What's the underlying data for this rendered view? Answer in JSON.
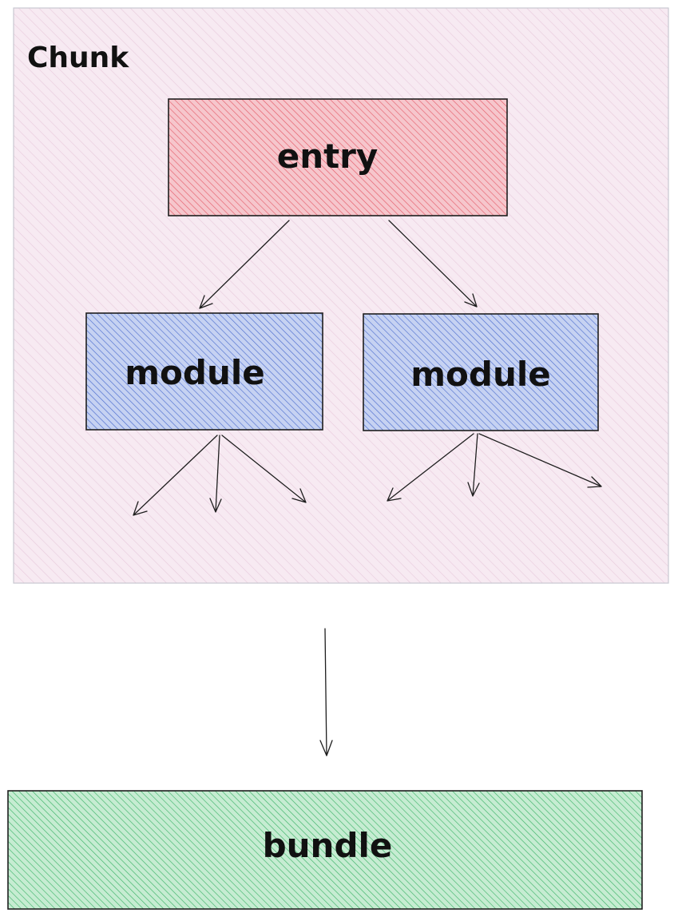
{
  "chunk": {
    "label": "Chunk"
  },
  "nodes": {
    "entry": {
      "label": "entry"
    },
    "module_left": {
      "label": "module"
    },
    "module_right": {
      "label": "module"
    },
    "bundle": {
      "label": "bundle"
    }
  },
  "colors": {
    "chunk_fill": "#f7eaf2",
    "chunk_hatch": "#e8c9dc",
    "chunk_border": "#c9c9d1",
    "entry_fill": "#f6c6cc",
    "entry_hatch": "#e55d6b",
    "module_fill": "#c6d2f2",
    "module_hatch": "#4f6fcf",
    "bundle_fill": "#c6ecd2",
    "bundle_hatch": "#3fb56a",
    "stroke": "#1e1e1e"
  }
}
